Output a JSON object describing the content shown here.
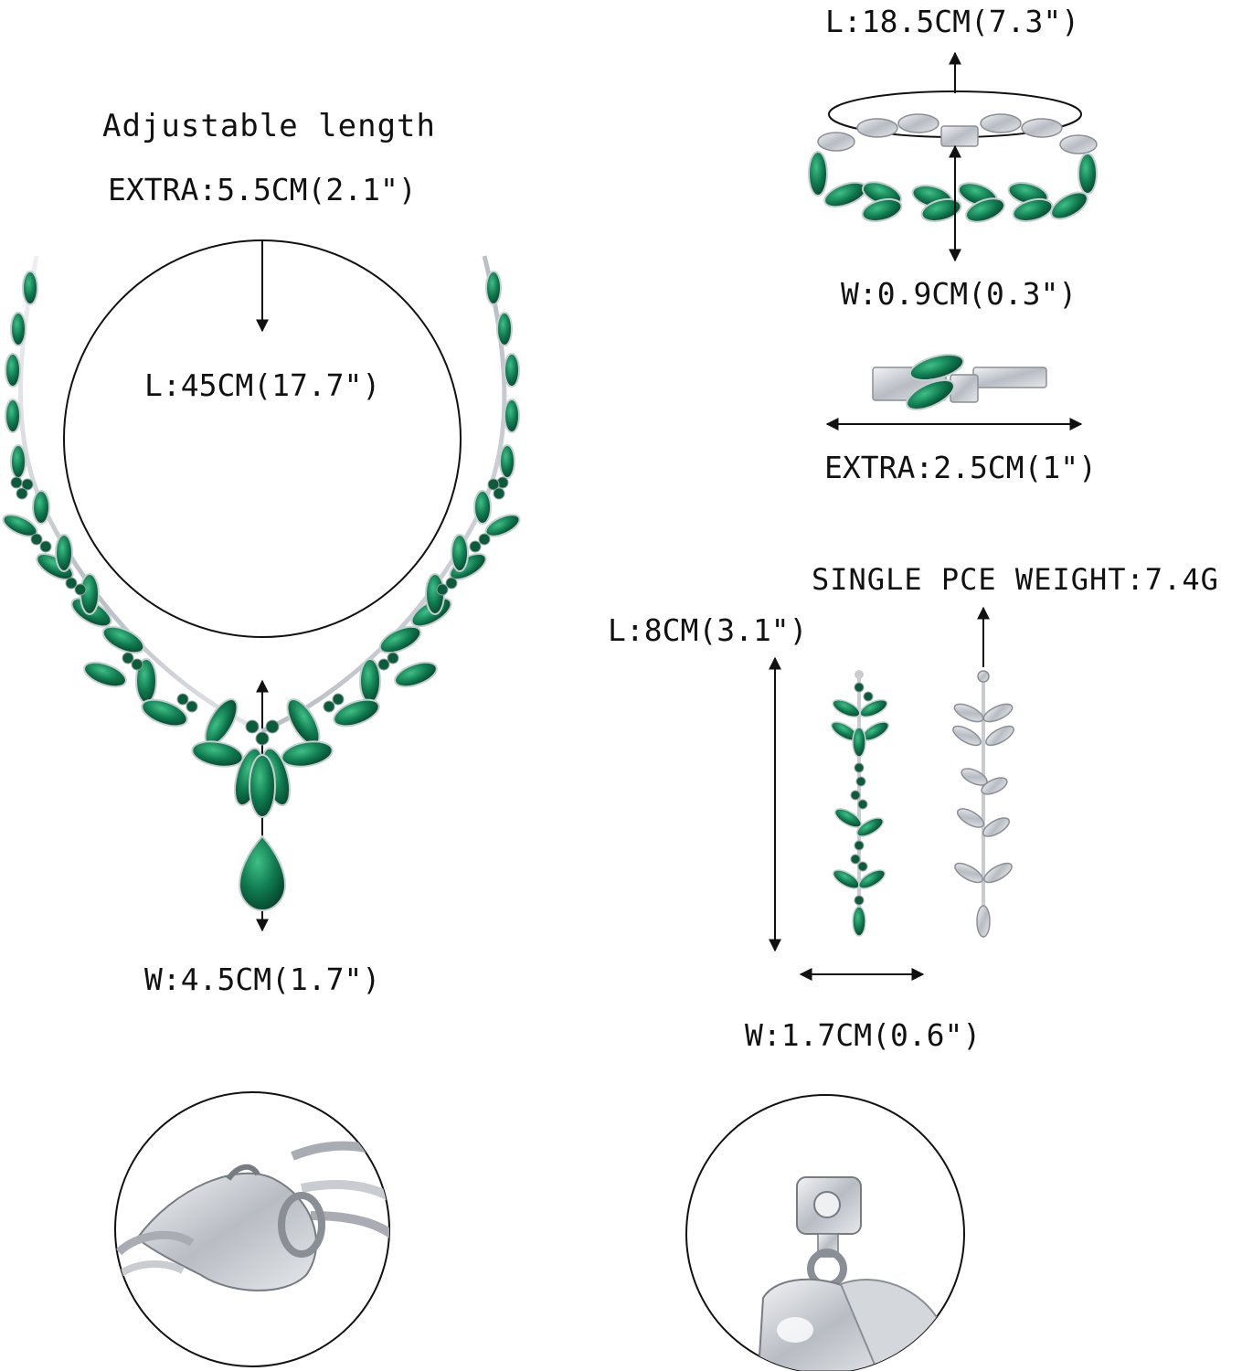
{
  "necklace": {
    "adjustable_label": "Adjustable length",
    "extra_label": "EXTRA:5.5CM(2.1\")",
    "length_label": "L:45CM(17.7\")",
    "width_label": "W:4.5CM(1.7\")"
  },
  "bracelet": {
    "length_label": "L:18.5CM(7.3\")",
    "width_label": "W:0.9CM(0.3\")",
    "extra_label": "EXTRA:2.5CM(1\")"
  },
  "earrings": {
    "weight_label": "SINGLE PCE WEIGHT:7.4G",
    "length_label": "L:8CM(3.1\")",
    "width_label": "W:1.7CM(0.6\")"
  },
  "colors": {
    "gem": "#0f7a4f",
    "gem_dark": "#0a5c3a",
    "silver": "#c9ccd1",
    "line": "#111111"
  }
}
